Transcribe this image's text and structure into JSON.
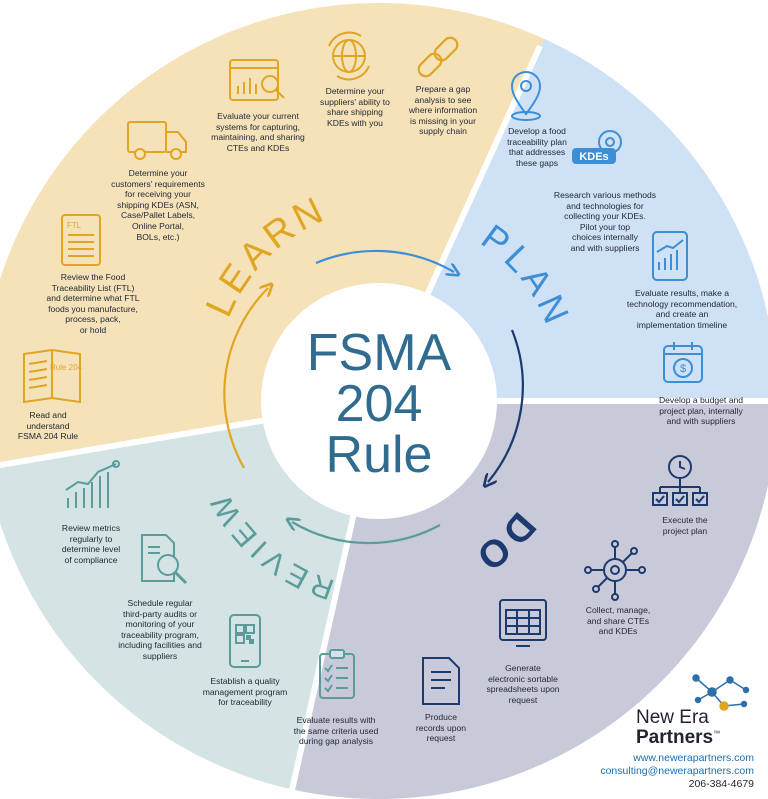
{
  "center_title_lines": [
    "FSMA",
    "204",
    "Rule"
  ],
  "phases": {
    "learn": "LEARN",
    "plan": "PLAN",
    "do": "DO",
    "review": "REVIEW"
  },
  "colors": {
    "learn": "#f6e2b9",
    "plan": "#cfe1f5",
    "do": "#c8cad9",
    "review": "#d4e3e3",
    "learn_text": "#e1a524",
    "plan_text": "#3c8fd6",
    "do_text": "#1c3a6e",
    "review_text": "#5a9c9c",
    "center_text": "#2f6c8f",
    "icon_learn": "#e1a524",
    "icon_plan": "#3c8fd6",
    "icon_do": "#1c3a6e",
    "icon_review": "#5a9c9c"
  },
  "steps": {
    "learn": [
      {
        "icon": "book-icon",
        "icon_text": "Rule\n204",
        "text": "Read and\nunderstand\nFSMA 204 Rule"
      },
      {
        "icon": "list-icon",
        "icon_text": "FTL",
        "text": "Review the Food\nTraceability List (FTL)\nand determine what FTL\nfoods you manufacture,\nprocess, pack,\nor hold"
      },
      {
        "icon": "truck-icon",
        "icon_text": "",
        "text": "Determine your\ncustomers' requirements\nfor receiving your\nshipping KDEs (ASN,\nCase/Pallet Labels,\nOnline Portal,\nBOLs, etc.)"
      },
      {
        "icon": "analytics-icon",
        "icon_text": "",
        "text": "Evaluate your current\nsystems for capturing,\nmaintaining, and sharing\nCTEs and KDEs"
      },
      {
        "icon": "globe-sync-icon",
        "icon_text": "",
        "text": "Determine your\nsuppliers' ability to\nshare shipping\nKDEs with you"
      },
      {
        "icon": "chain-link-icon",
        "icon_text": "",
        "text": "Prepare a gap\nanalysis to see\nwhere information\nis missing in your\nsupply chain"
      }
    ],
    "plan": [
      {
        "icon": "location-pin-icon",
        "icon_text": "",
        "text": "Develop a food\ntraceability plan\nthat addresses\nthese gaps"
      },
      {
        "icon": "kdes-gear-icon",
        "icon_text": "KDEs",
        "text": "Research various methods\nand technologies for\ncollecting your KDEs.\nPilot your top\nchoices internally\nand with suppliers"
      },
      {
        "icon": "tablet-chart-icon",
        "icon_text": "",
        "text": "Evaluate results, make a\ntechnology recommendation,\nand create an\nimplementation timeline"
      },
      {
        "icon": "calendar-dollar-icon",
        "icon_text": "",
        "text": "Develop a budget and\nproject plan, internally\nand with suppliers"
      }
    ],
    "do": [
      {
        "icon": "clock-checklist-icon",
        "icon_text": "",
        "text": "Execute the\nproject plan"
      },
      {
        "icon": "gear-network-icon",
        "icon_text": "",
        "text": "Collect, manage,\nand share CTEs\nand KDEs"
      },
      {
        "icon": "spreadsheet-icon",
        "icon_text": "",
        "text": "Generate\nelectronic sortable\nspreadsheets upon\nrequest"
      },
      {
        "icon": "document-icon",
        "icon_text": "",
        "text": "Produce\nrecords upon\nrequest"
      }
    ],
    "review": [
      {
        "icon": "rising-chart-icon",
        "icon_text": "",
        "text": "Review metrics\nregularly to\ndetermine level\nof compliance"
      },
      {
        "icon": "magnify-document-icon",
        "icon_text": "",
        "text": "Schedule regular\nthird-party audits or\nmonitoring of your\ntraceability program,\nincluding facilities and\nsuppliers"
      },
      {
        "icon": "phone-qr-icon",
        "icon_text": "",
        "text": "Establish a quality\nmanagement program\nfor traceability"
      },
      {
        "icon": "clipboard-check-icon",
        "icon_text": "",
        "text": "Evaluate results with\nthe same criteria used\nduring gap analysis"
      }
    ]
  },
  "brand": {
    "name_line1": "New Era",
    "name_line2": "Partners",
    "trademark": "™",
    "website": "www.newerapartners.com",
    "email": "consulting@newerapartners.com",
    "phone": "206-384-4679"
  }
}
